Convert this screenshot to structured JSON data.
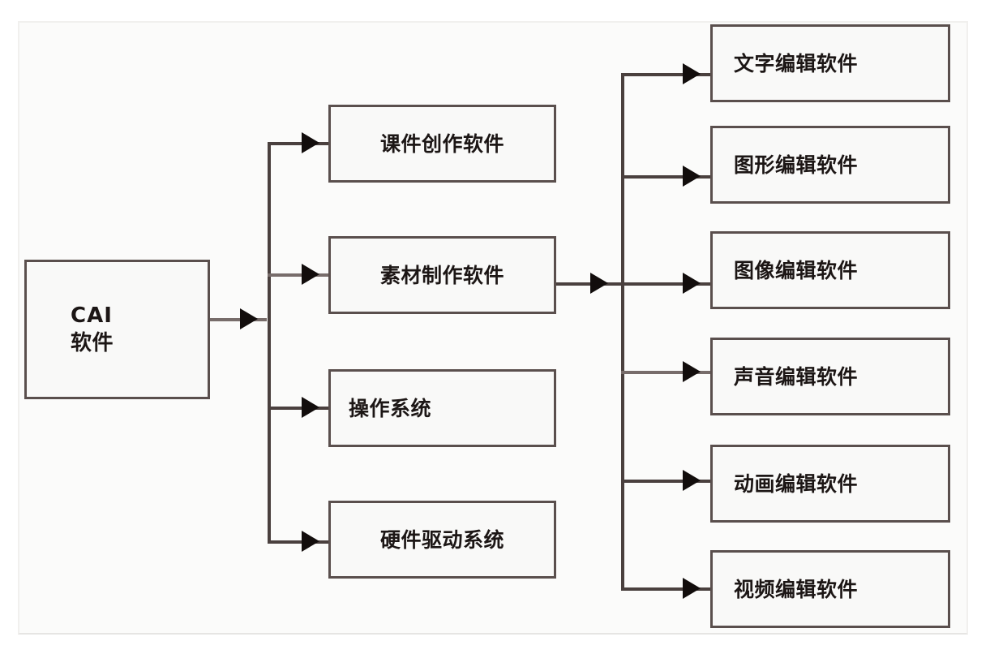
{
  "diagram": {
    "title": "CAI software classification tree",
    "type": "tree-diagram",
    "orientation": "left-to-right",
    "colors": {
      "box_border": "#5a4f4d",
      "box_fill": "#f9f9f8",
      "connector": "#4a403e",
      "arrow": "#120d0c",
      "frame": "#f1f0ee",
      "text": "#1c1615"
    },
    "root": {
      "line1": "CAI",
      "line2": "软件"
    },
    "level2": [
      {
        "label": "课件创作软件",
        "align": "center"
      },
      {
        "label": "素材制作软件",
        "align": "center"
      },
      {
        "label": "操作系统",
        "align": "left"
      },
      {
        "label": "硬件驱动系统",
        "align": "center"
      }
    ],
    "level3_parent": "素材制作软件",
    "level3": [
      {
        "label": "文字编辑软件"
      },
      {
        "label": "图形编辑软件"
      },
      {
        "label": "图像编辑软件"
      },
      {
        "label": "声音编辑软件"
      },
      {
        "label": "动画编辑软件"
      },
      {
        "label": "视频编辑软件"
      }
    ]
  }
}
